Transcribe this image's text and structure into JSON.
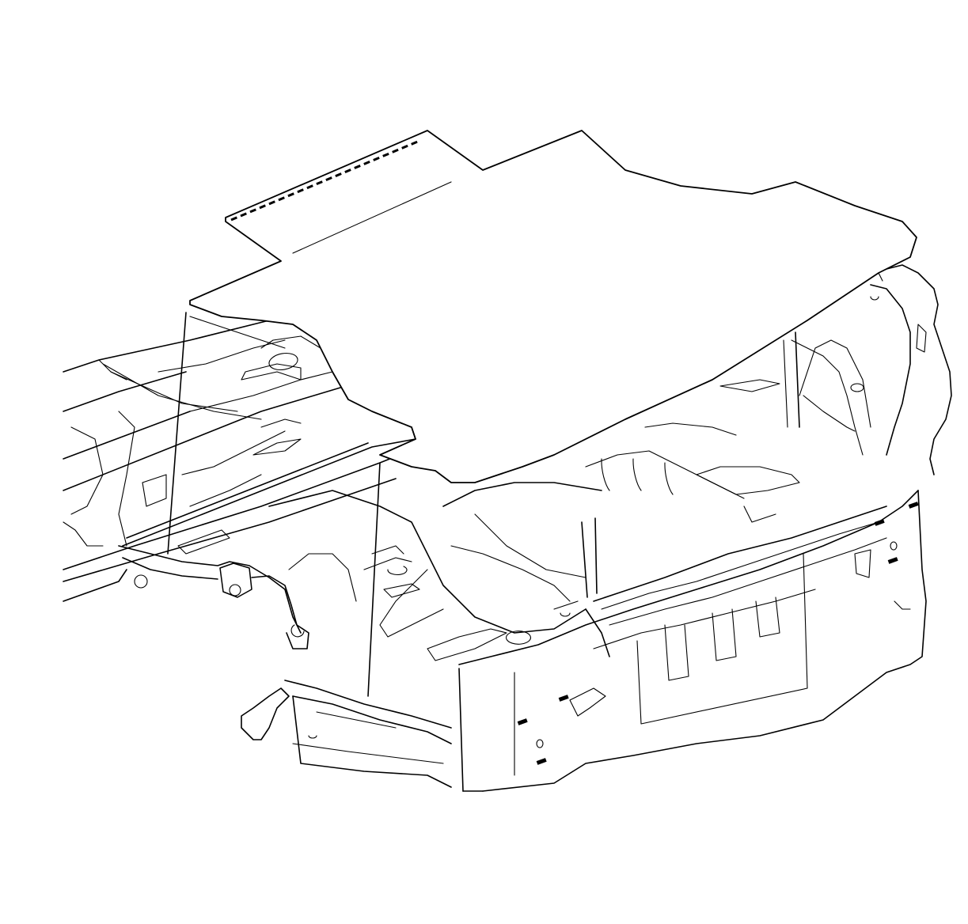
{
  "diagram": {
    "type": "line-art-illustration",
    "subject": "",
    "parts": [
      {
        "id": "rear-compartment-trim-panel",
        "shape": "flat sheet with perforated front edge"
      },
      {
        "id": "vehicle-body-rear",
        "shape": "trunk floor, wheelhouses, rear end panel"
      },
      {
        "id": "fuel-tank-area",
        "shape": "floor pan with crossmember"
      },
      {
        "id": "rear-end-panel-bolts",
        "shape": "studs"
      }
    ],
    "leader_lines": 4,
    "colors": {
      "line": "#000000",
      "background": "#ffffff"
    }
  }
}
